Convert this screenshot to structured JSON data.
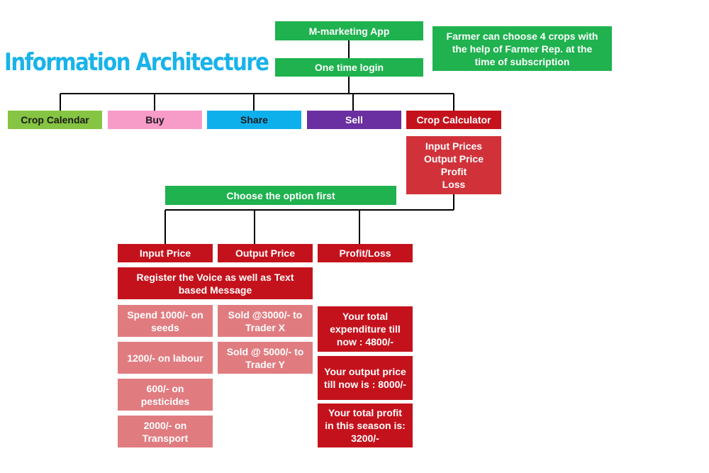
{
  "title": "Information Architecture",
  "app": "M-marketing App",
  "login": "One time login",
  "note": "Farmer can choose 4 crops with the help of Farmer Rep. at the time of subscription",
  "menu": [
    "Crop Calendar",
    "Buy",
    "Share",
    "Sell",
    "Crop Calculator"
  ],
  "calculator_options": [
    "Input Prices",
    "Output Price",
    "Profit",
    "Loss"
  ],
  "choose": "Choose the option first",
  "options": [
    "Input Price",
    "Output Price",
    "Profit/Loss"
  ],
  "register": "Register the Voice as well as Text based Message",
  "input_items": [
    "Spend 1000/- on seeds",
    "1200/- on labour",
    "600/- on pesticides",
    "2000/- on Transport"
  ],
  "output_items": [
    "Sold @3000/- to Trader X",
    "Sold @ 5000/- to Trader Y"
  ],
  "profit_items": [
    "Your total expenditure till now : 4800/-",
    "Your output price till now is : 8000/-",
    "Your total profit in this season is: 3200/-"
  ],
  "colors": {
    "accent_title": "#19b3ea",
    "green": "#1fb24f",
    "red": "#c4121c",
    "pink": "#e07c80",
    "light_green": "#86c443",
    "light_pink": "#f79bc8",
    "blue": "#0eb0ec",
    "purple": "#6a2fa0"
  }
}
